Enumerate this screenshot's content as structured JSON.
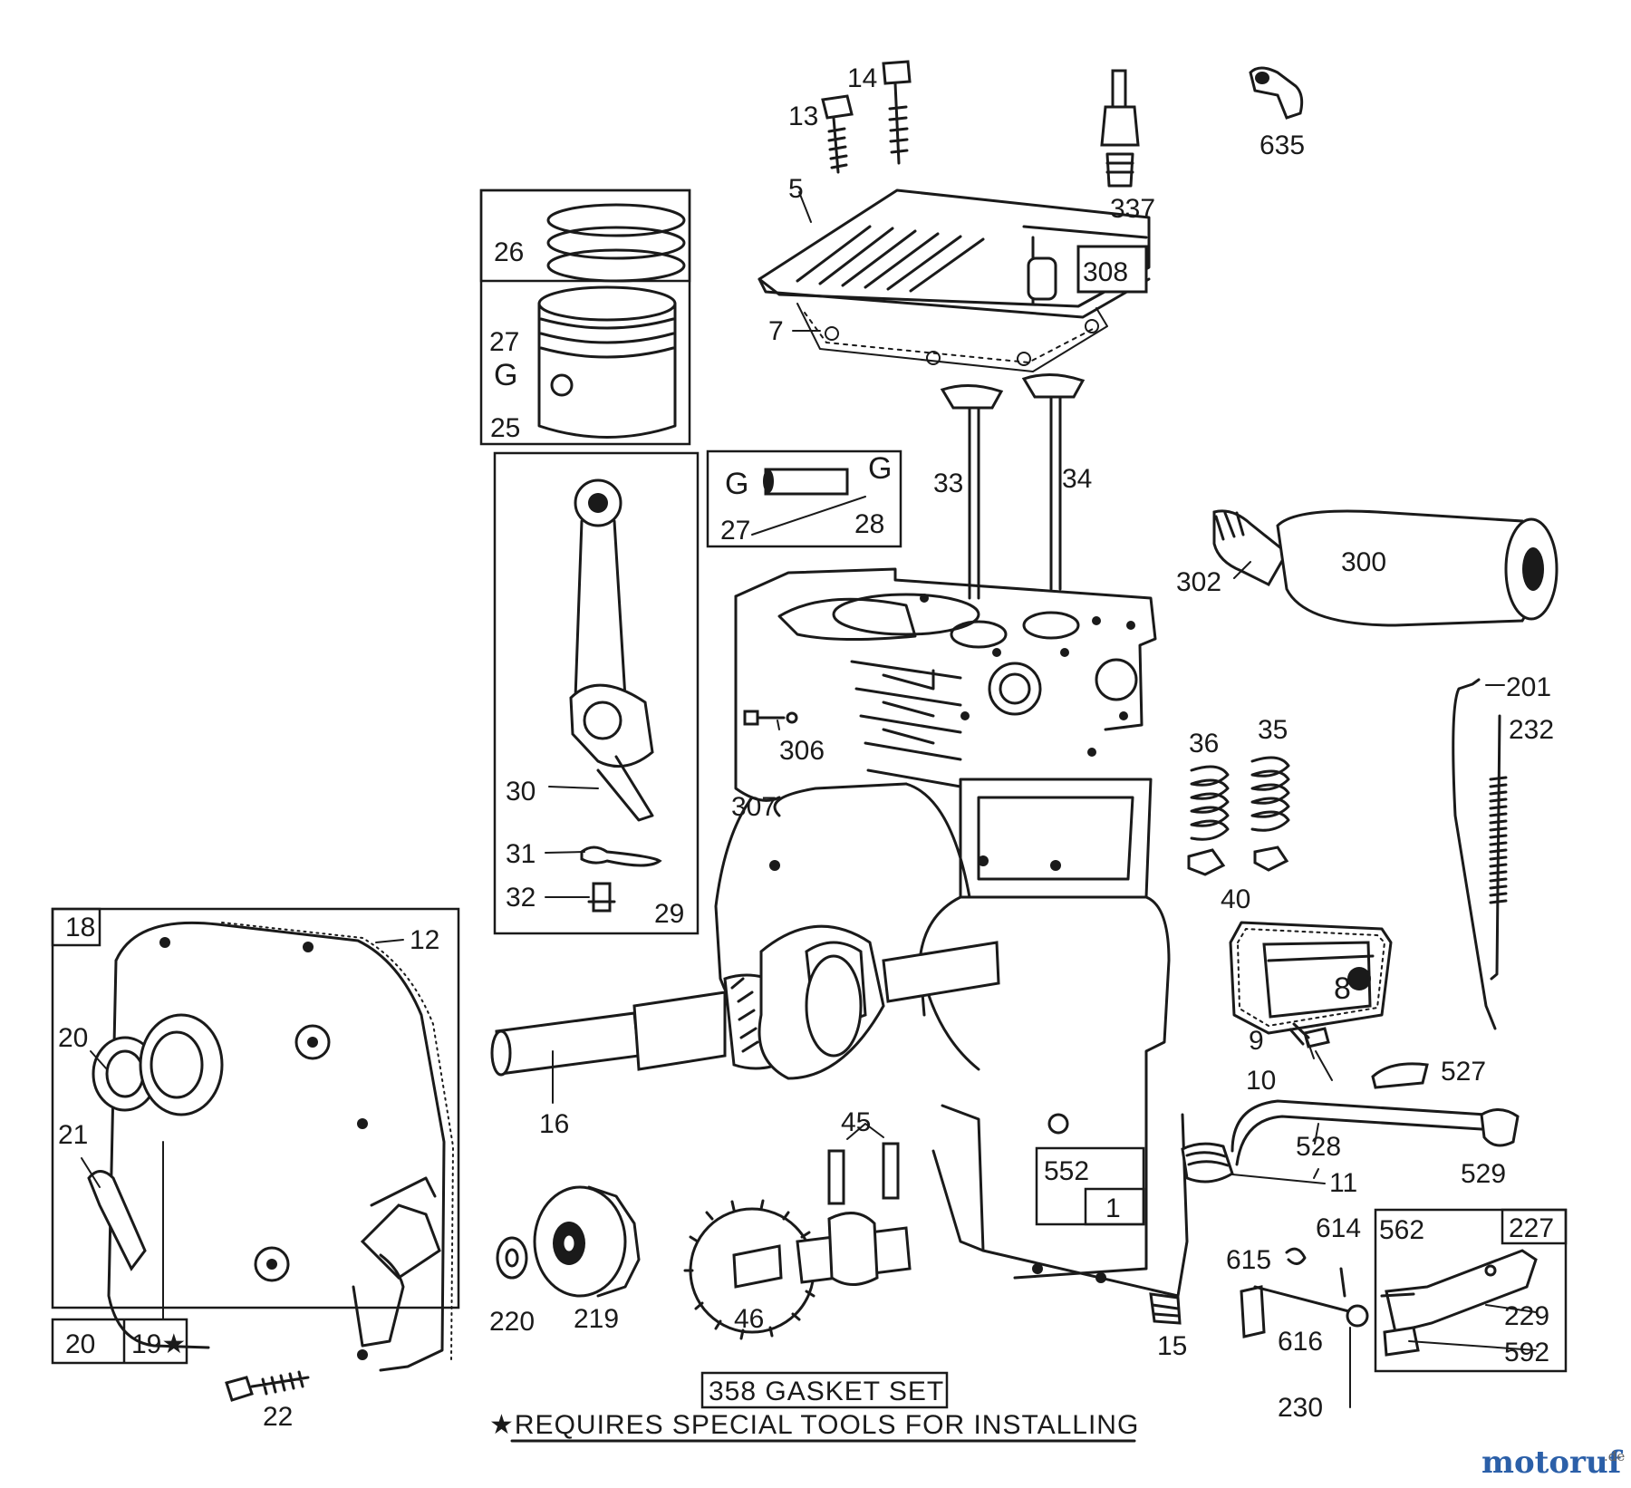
{
  "labels": {
    "p5": "5",
    "p7": "7",
    "p8": "8",
    "p9": "9",
    "p10": "10",
    "p11": "11",
    "p12": "12",
    "p13": "13",
    "p14": "14",
    "p15": "15",
    "p16": "16",
    "p18": "18",
    "p19": "19★",
    "p20a": "20",
    "p20b": "20",
    "p21": "21",
    "p22": "22",
    "p25": "25",
    "p26": "26",
    "p27a": "27",
    "p27b": "27",
    "pGa": "G",
    "pGb": "G",
    "pGc": "G",
    "p28": "28",
    "p29": "29",
    "p30": "30",
    "p31": "31",
    "p32": "32",
    "p33": "33",
    "p34": "34",
    "p35": "35",
    "p36": "36",
    "p40": "40",
    "p45": "45",
    "p46": "46",
    "p201": "201",
    "p219": "219",
    "p220": "220",
    "p227": "227",
    "p229": "229",
    "p230": "230",
    "p232": "232",
    "p300": "300",
    "p302": "302",
    "p306": "306",
    "p307": "307",
    "p308": "308",
    "p337": "337",
    "p527": "527",
    "p528": "528",
    "p529": "529",
    "p552": "552",
    "p552q": "1",
    "p562": "562",
    "p592": "592",
    "p614": "614",
    "p615": "615",
    "p616": "616",
    "p635": "635"
  },
  "notes": {
    "gasket_set": "358 GASKET SET",
    "special_tools": "★REQUIRES SPECIAL TOOLS FOR INSTALLING"
  },
  "watermark": {
    "text": "motoruf",
    "suffix": ".de"
  },
  "icon_colors": {
    "ink": "#1a1a1a",
    "watermark_blue": "#2b5fa8",
    "watermark_red": "#d9302c",
    "watermark_orange": "#e8902a",
    "watermark_green": "#3a9a3a"
  }
}
